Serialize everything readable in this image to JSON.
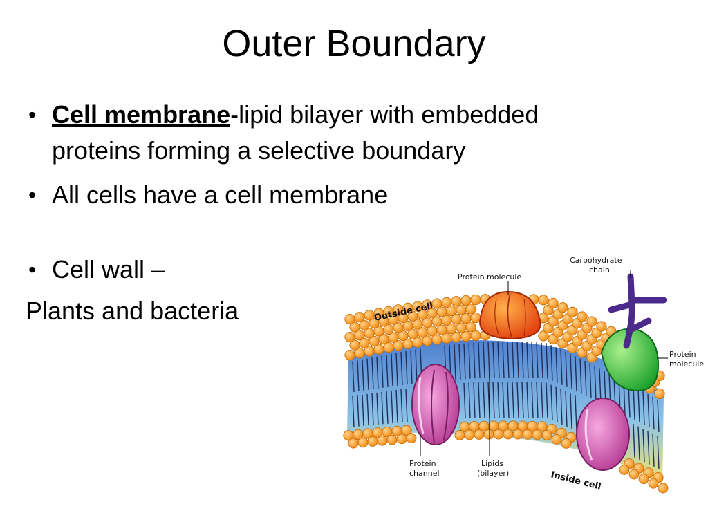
{
  "slide": {
    "title": "Outer Boundary",
    "bullets": [
      {
        "term": "Cell membrane",
        "text": "-lipid bilayer with embedded proteins forming a selective boundary"
      },
      {
        "text": "All cells have a cell membrane"
      },
      {
        "text": "Cell wall –"
      }
    ],
    "plain_line": "Plants and bacteria"
  },
  "diagram": {
    "labels": {
      "protein_molecule_top": "Protein molecule",
      "carbohydrate_1": "Carbohydrate",
      "carbohydrate_2": "chain",
      "outside_cell": "Outside cell",
      "protein_molecule_right_1": "Protein",
      "protein_molecule_right_2": "molecule",
      "protein_channel_1": "Protein",
      "protein_channel_2": "channel",
      "lipids_1": "Lipids",
      "lipids_2": "(bilayer)",
      "inside_cell": "Inside cell"
    },
    "colors": {
      "lipid_head": "#f39a1e",
      "lipid_head_stroke": "#c76a08",
      "protein_red": "#f0501a",
      "protein_green": "#2fbf3a",
      "protein_pink": "#d04aa8",
      "carbohydrate": "#4b2a8c",
      "tail_zone_blue": "#5b8fd6",
      "tail_zone_yellow": "#f4e36a"
    }
  }
}
